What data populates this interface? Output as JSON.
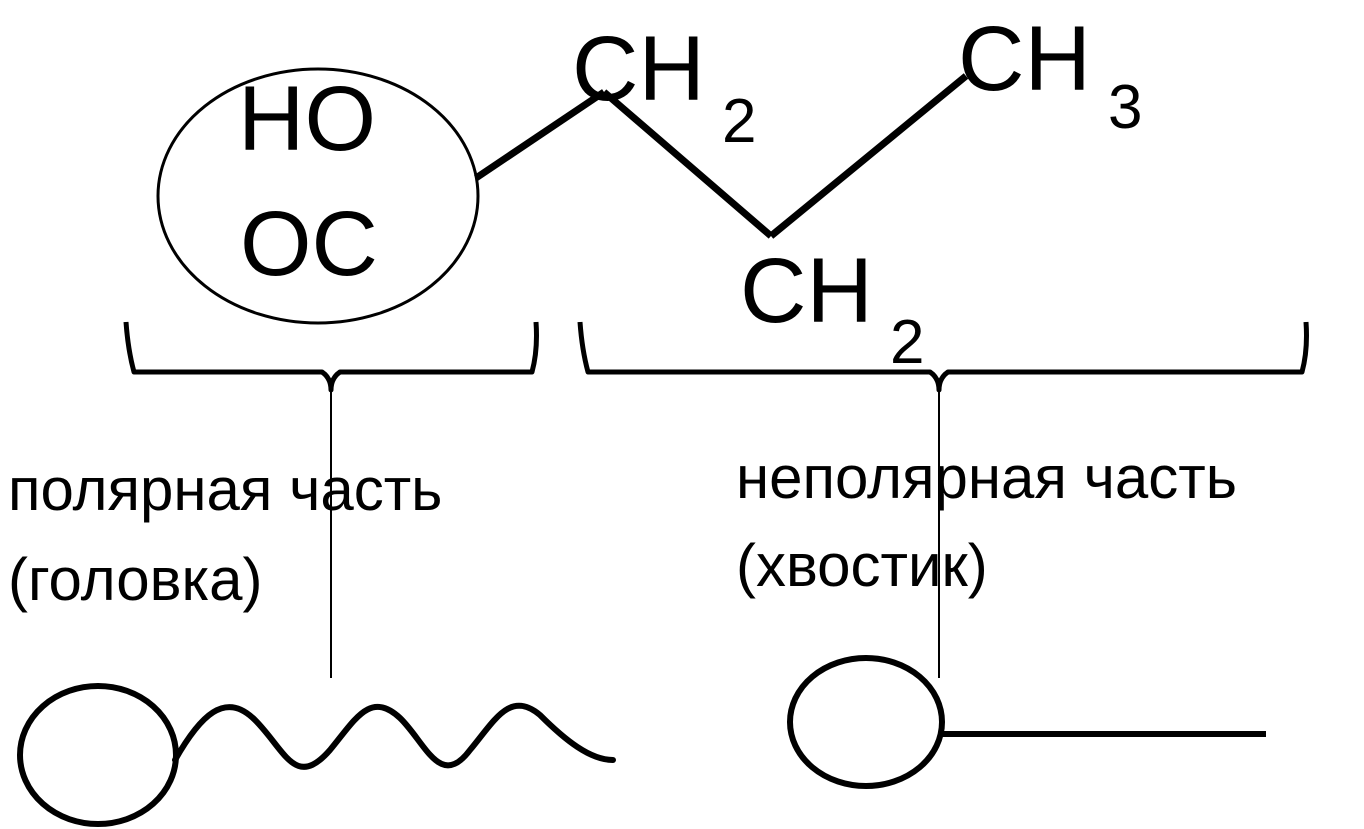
{
  "molecule": {
    "head_line1": "HO",
    "head_line2": "OC",
    "ch2_top": {
      "base": "CH",
      "sub": "2"
    },
    "ch3": {
      "base": "CH",
      "sub": "3"
    },
    "ch2_bottom": {
      "base": "CH",
      "sub": "2"
    }
  },
  "labels": {
    "polar_line1": "полярная часть",
    "polar_line2": "(головка)",
    "nonpolar_line1": "неполярная часть",
    "nonpolar_line2": "(хвостик)"
  },
  "colors": {
    "stroke": "#000000",
    "background": "#ffffff"
  }
}
